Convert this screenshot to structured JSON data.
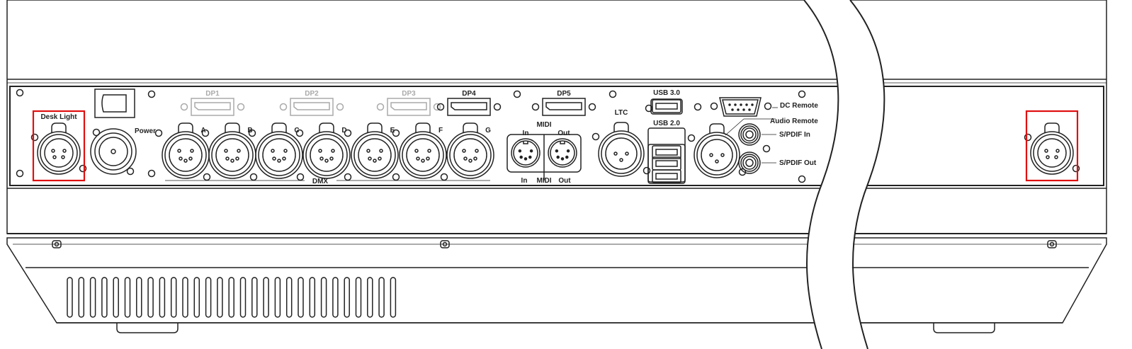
{
  "labels": {
    "desk_light": "Desk Light",
    "power": "Power",
    "dp1": "DP1",
    "dp2": "DP2",
    "dp3": "DP3",
    "dp4": "DP4",
    "dp5": "DP5",
    "dmx": "DMX",
    "dmx_ports": [
      "A",
      "B",
      "C",
      "D",
      "E",
      "F",
      "G"
    ],
    "midi_top": "MIDI",
    "midi_in_top": "In",
    "midi_out_top": "Out",
    "midi_bottom": "MIDI",
    "midi_in_bottom": "In",
    "midi_out_bottom": "Out",
    "ltc": "LTC",
    "usb3": "USB 3.0",
    "usb2": "USB 2.0",
    "dc_remote": "DC Remote",
    "audio_remote": "Audio Remote",
    "spdif_in": "S/PDIF In",
    "spdif_out": "S/PDIF Out"
  },
  "colors": {
    "line": "#222222",
    "inactive": "#aaaaaa",
    "highlight": "#e01010"
  },
  "highlighted": [
    "desk-light-left",
    "desk-light-right"
  ]
}
